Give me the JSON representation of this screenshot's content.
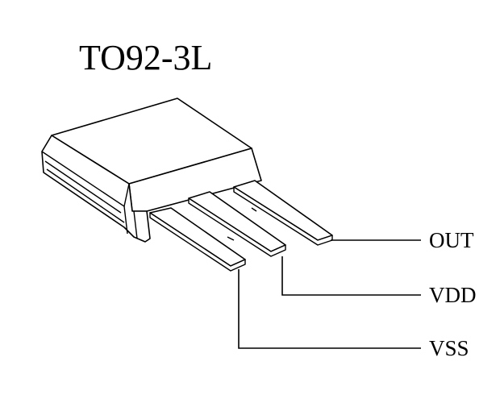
{
  "title": "TO92-3L",
  "pins": [
    {
      "name": "OUT"
    },
    {
      "name": "VDD"
    },
    {
      "name": "VSS"
    }
  ],
  "colors": {
    "line": "#000000",
    "background": "#ffffff"
  }
}
